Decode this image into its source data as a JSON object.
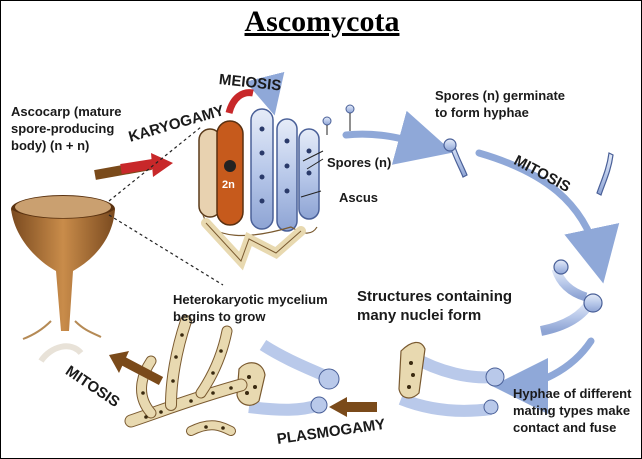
{
  "title": "Ascomycota",
  "labels": {
    "ascocarp": [
      "Ascocarp (mature",
      "spore-producing",
      "body) (n + n)"
    ],
    "karyogamy": "KARYOGAMY",
    "meiosis": "MEIOSIS",
    "spores": "Spores (n)",
    "ascus": "Ascus",
    "diploid": "2n",
    "spores_germinate": [
      "Spores (n) germinate",
      "to form hyphae"
    ],
    "mitosis_right": "MITOSIS",
    "structures": [
      "Structures containing",
      "many nuclei form"
    ],
    "hyphae_fuse": [
      "Hyphae of different",
      "mating types make",
      "contact and fuse"
    ],
    "plasmogamy": "PLASMOGAMY",
    "heterokaryotic": [
      "Heterokaryotic mycelium",
      "begins to grow"
    ],
    "mitosis_left": "MITOSIS"
  },
  "colors": {
    "hypha_blue": "#b8c8e8",
    "cycle_arrow": "#8fa8d8",
    "mycelium_tan": "#e8d9b0",
    "dark_arrow": "#7a4a1a",
    "red_arrow": "#c8282a",
    "ascocarp_brown": "#a8703a"
  }
}
